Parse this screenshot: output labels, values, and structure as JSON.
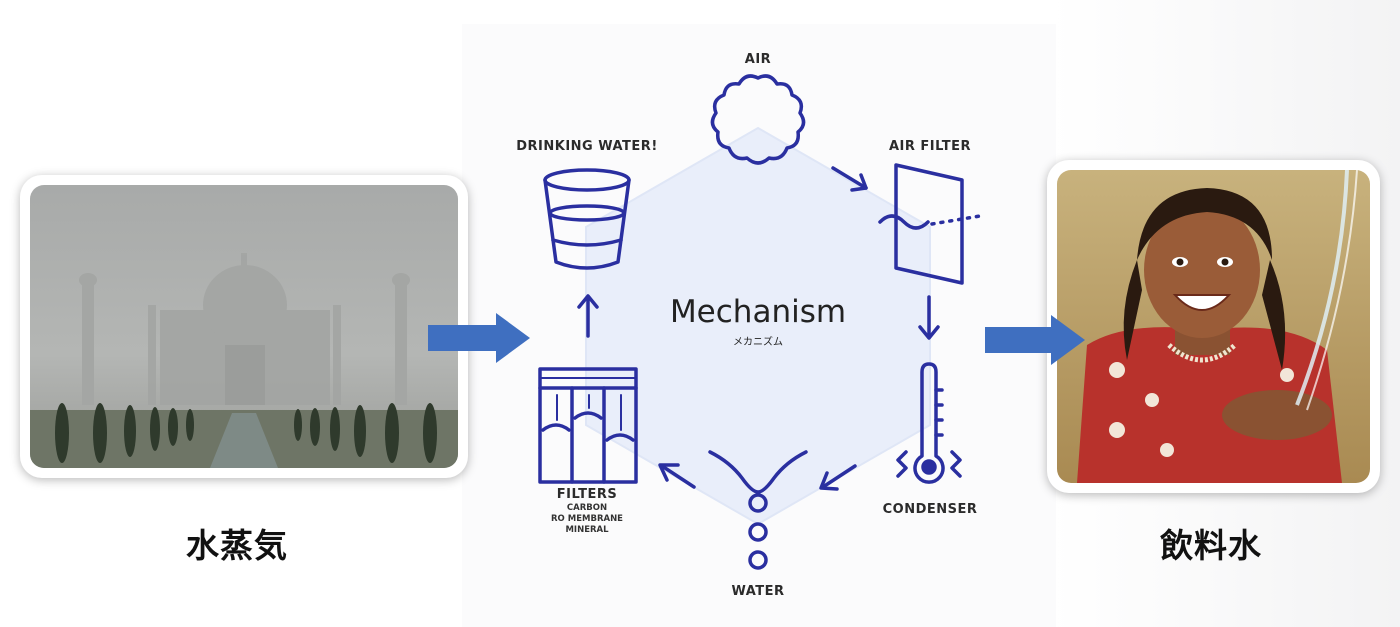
{
  "captions": {
    "left": "水蒸気",
    "right": "飲料水"
  },
  "mechanism": {
    "title": "Mechanism",
    "subtitle": "メカニズム"
  },
  "stages": {
    "air": "AIR",
    "air_filter": "AIR FILTER",
    "condenser": "CONDENSER",
    "water": "WATER",
    "filters": "FILTERS",
    "filter_types": [
      "CARBON",
      "RO MEMBRANE",
      "MINERAL"
    ],
    "drinking_water": "DRINKING WATER!"
  },
  "colors": {
    "icon_stroke": "#2a2fa0",
    "hexagon_fill": "#e9eefa",
    "flow_arrow": "#3f6fc0"
  },
  "images": {
    "left": "foggy-taj-mahal-photo",
    "right": "smiling-girl-drinking-water-photo"
  }
}
